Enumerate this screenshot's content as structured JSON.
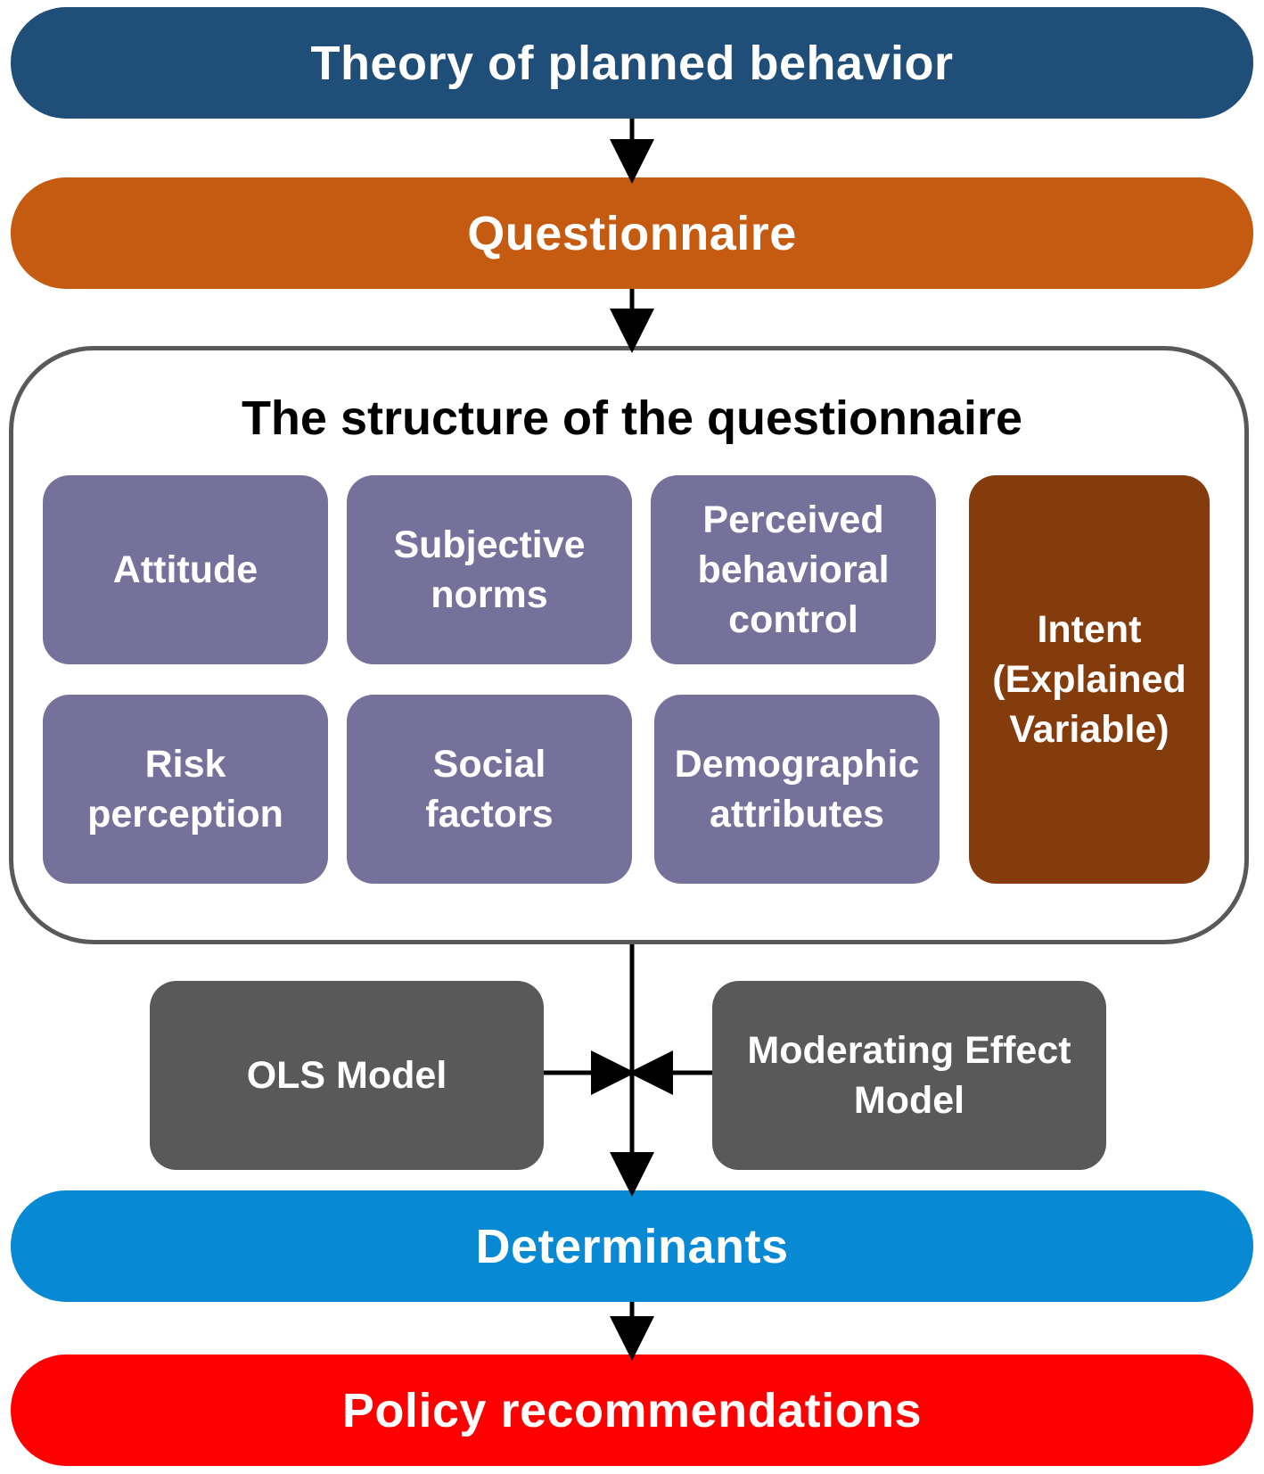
{
  "stages": {
    "theory": "Theory of planned behavior",
    "questionnaire": "Questionnaire",
    "determinants": "Determinants",
    "policy": "Policy recommendations"
  },
  "structure": {
    "title": "The structure of the questionnaire",
    "attitude": "Attitude",
    "subjective": "Subjective\nnorms",
    "pbc": "Perceived\nbehavioral\ncontrol",
    "risk": "Risk\nperception",
    "social": "Social\nfactors",
    "demographic": "Demographic\nattributes",
    "intent": "Intent\n(Explained\nVariable)"
  },
  "models": {
    "ols": "OLS Model",
    "moderating": "Moderating Effect\nModel"
  },
  "colors": {
    "theory": "#1f4e79",
    "questionnaire": "#c55a11",
    "determinants": "#0789d4",
    "policy": "#fe0000",
    "factor": "#76719a",
    "intent": "#843c0c",
    "model": "#595959"
  }
}
